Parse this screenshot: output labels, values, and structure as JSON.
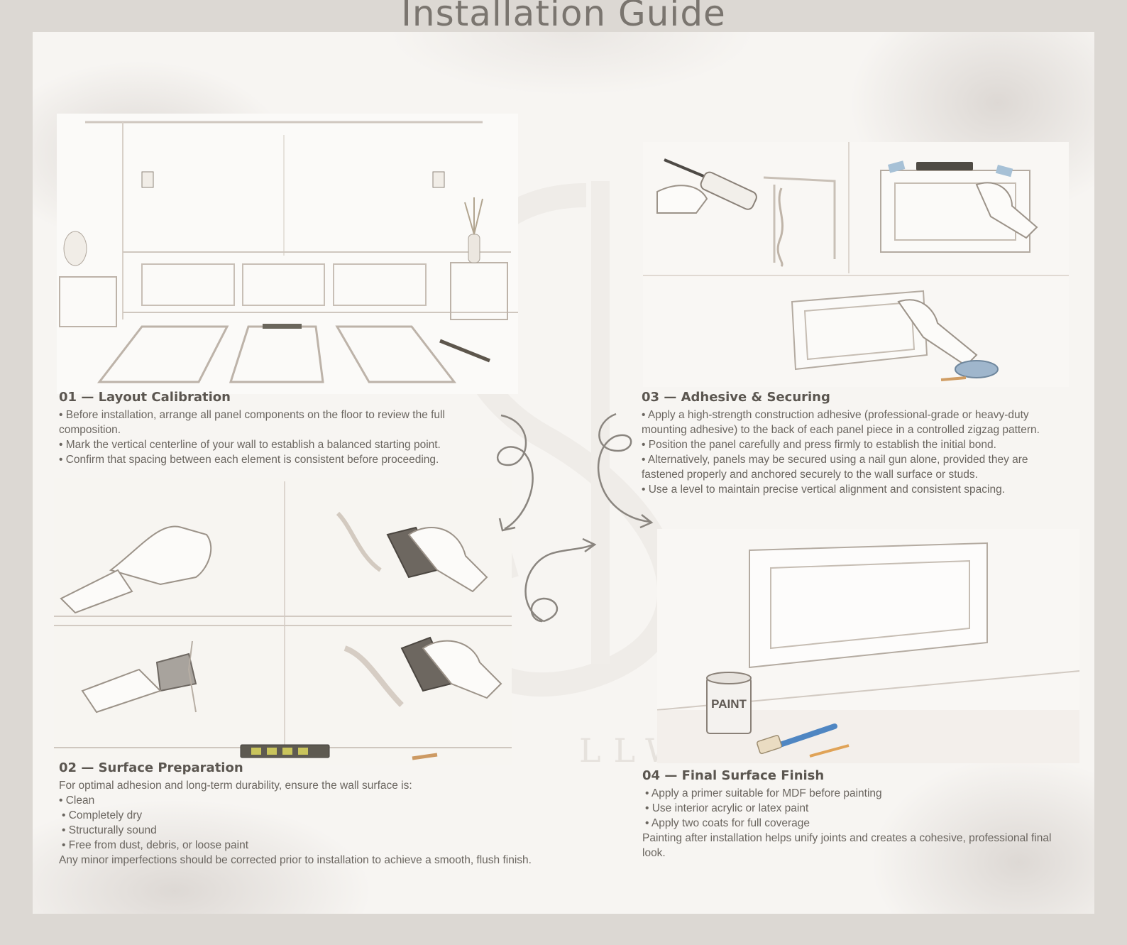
{
  "title": "Installation Guide",
  "watermark": "LLWO",
  "steps": {
    "s1": {
      "heading": "01 — Layout Calibration",
      "lines": [
        "• Before installation, arrange all panel components on the floor to review the full composition.",
        "• Mark the vertical centerline of your wall to establish a balanced starting point.",
        "• Confirm that spacing between each element is consistent before proceeding."
      ]
    },
    "s2": {
      "heading": "02 — Surface Preparation",
      "intro": "For optimal adhesion and long-term durability, ensure the wall surface is:",
      "items": [
        "• Clean",
        "• Completely dry",
        "• Structurally sound",
        "• Free from dust, debris, or loose paint"
      ],
      "outro": "Any minor imperfections should be corrected prior to installation to achieve a smooth, flush finish."
    },
    "s3": {
      "heading": "03 — Adhesive & Securing",
      "lines": [
        "• Apply a high-strength construction adhesive (professional-grade or heavy-duty mounting adhesive) to the back of each panel piece in a controlled zigzag pattern.",
        "• Position the panel carefully and press firmly to establish the initial bond.",
        "• Alternatively, panels may be secured using a nail gun alone, provided they are fastened properly and anchored securely to the wall surface or studs.",
        "• Use a level to maintain precise vertical alignment and consistent spacing."
      ]
    },
    "s4": {
      "heading": "04 — Final Surface Finish",
      "items": [
        "• Apply a primer suitable for MDF before painting",
        "• Use interior acrylic or latex paint",
        "• Apply two coats for full coverage"
      ],
      "outro": "Painting after installation helps unify joints and creates a cohesive, professional final look."
    }
  },
  "paint_can_label": "PAINT"
}
